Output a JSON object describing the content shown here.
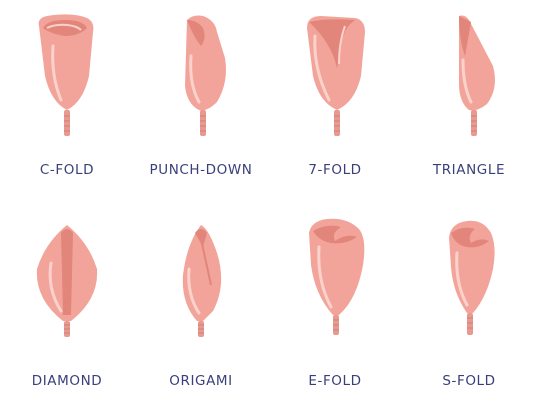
{
  "folds": [
    {
      "name": "C-FOLD"
    },
    {
      "name": "PUNCH-DOWN"
    },
    {
      "name": "7-FOLD"
    },
    {
      "name": "TRIANGLE"
    },
    {
      "name": "DIAMOND"
    },
    {
      "name": "ORIGAMI"
    },
    {
      "name": "E-FOLD"
    },
    {
      "name": "S-FOLD"
    }
  ],
  "colors": {
    "cup_fill": "#f2a49a",
    "cup_shade": "#e2857b",
    "cup_highlight": "#fbd2cb",
    "stem": "#e89a90",
    "label": "#3a3f7a"
  }
}
